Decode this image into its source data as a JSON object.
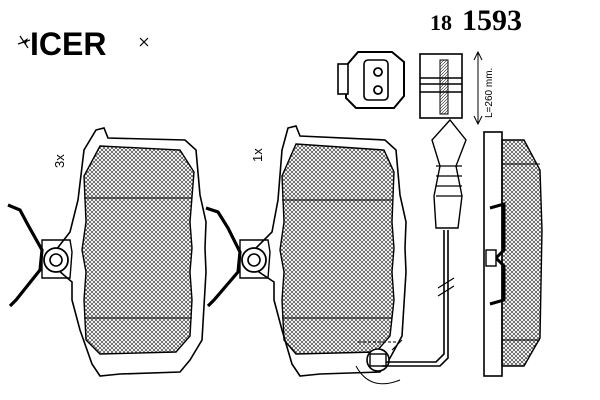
{
  "brand": {
    "name": "ICER"
  },
  "part": {
    "series": "18",
    "number": "1593"
  },
  "pads": [
    {
      "qty_label": "3x"
    },
    {
      "qty_label": "1x"
    }
  ],
  "sensor": {
    "length_label": "L=260 mm."
  },
  "colors": {
    "ink": "#000000",
    "background": "#ffffff",
    "hatch": "#1a1a1a"
  }
}
